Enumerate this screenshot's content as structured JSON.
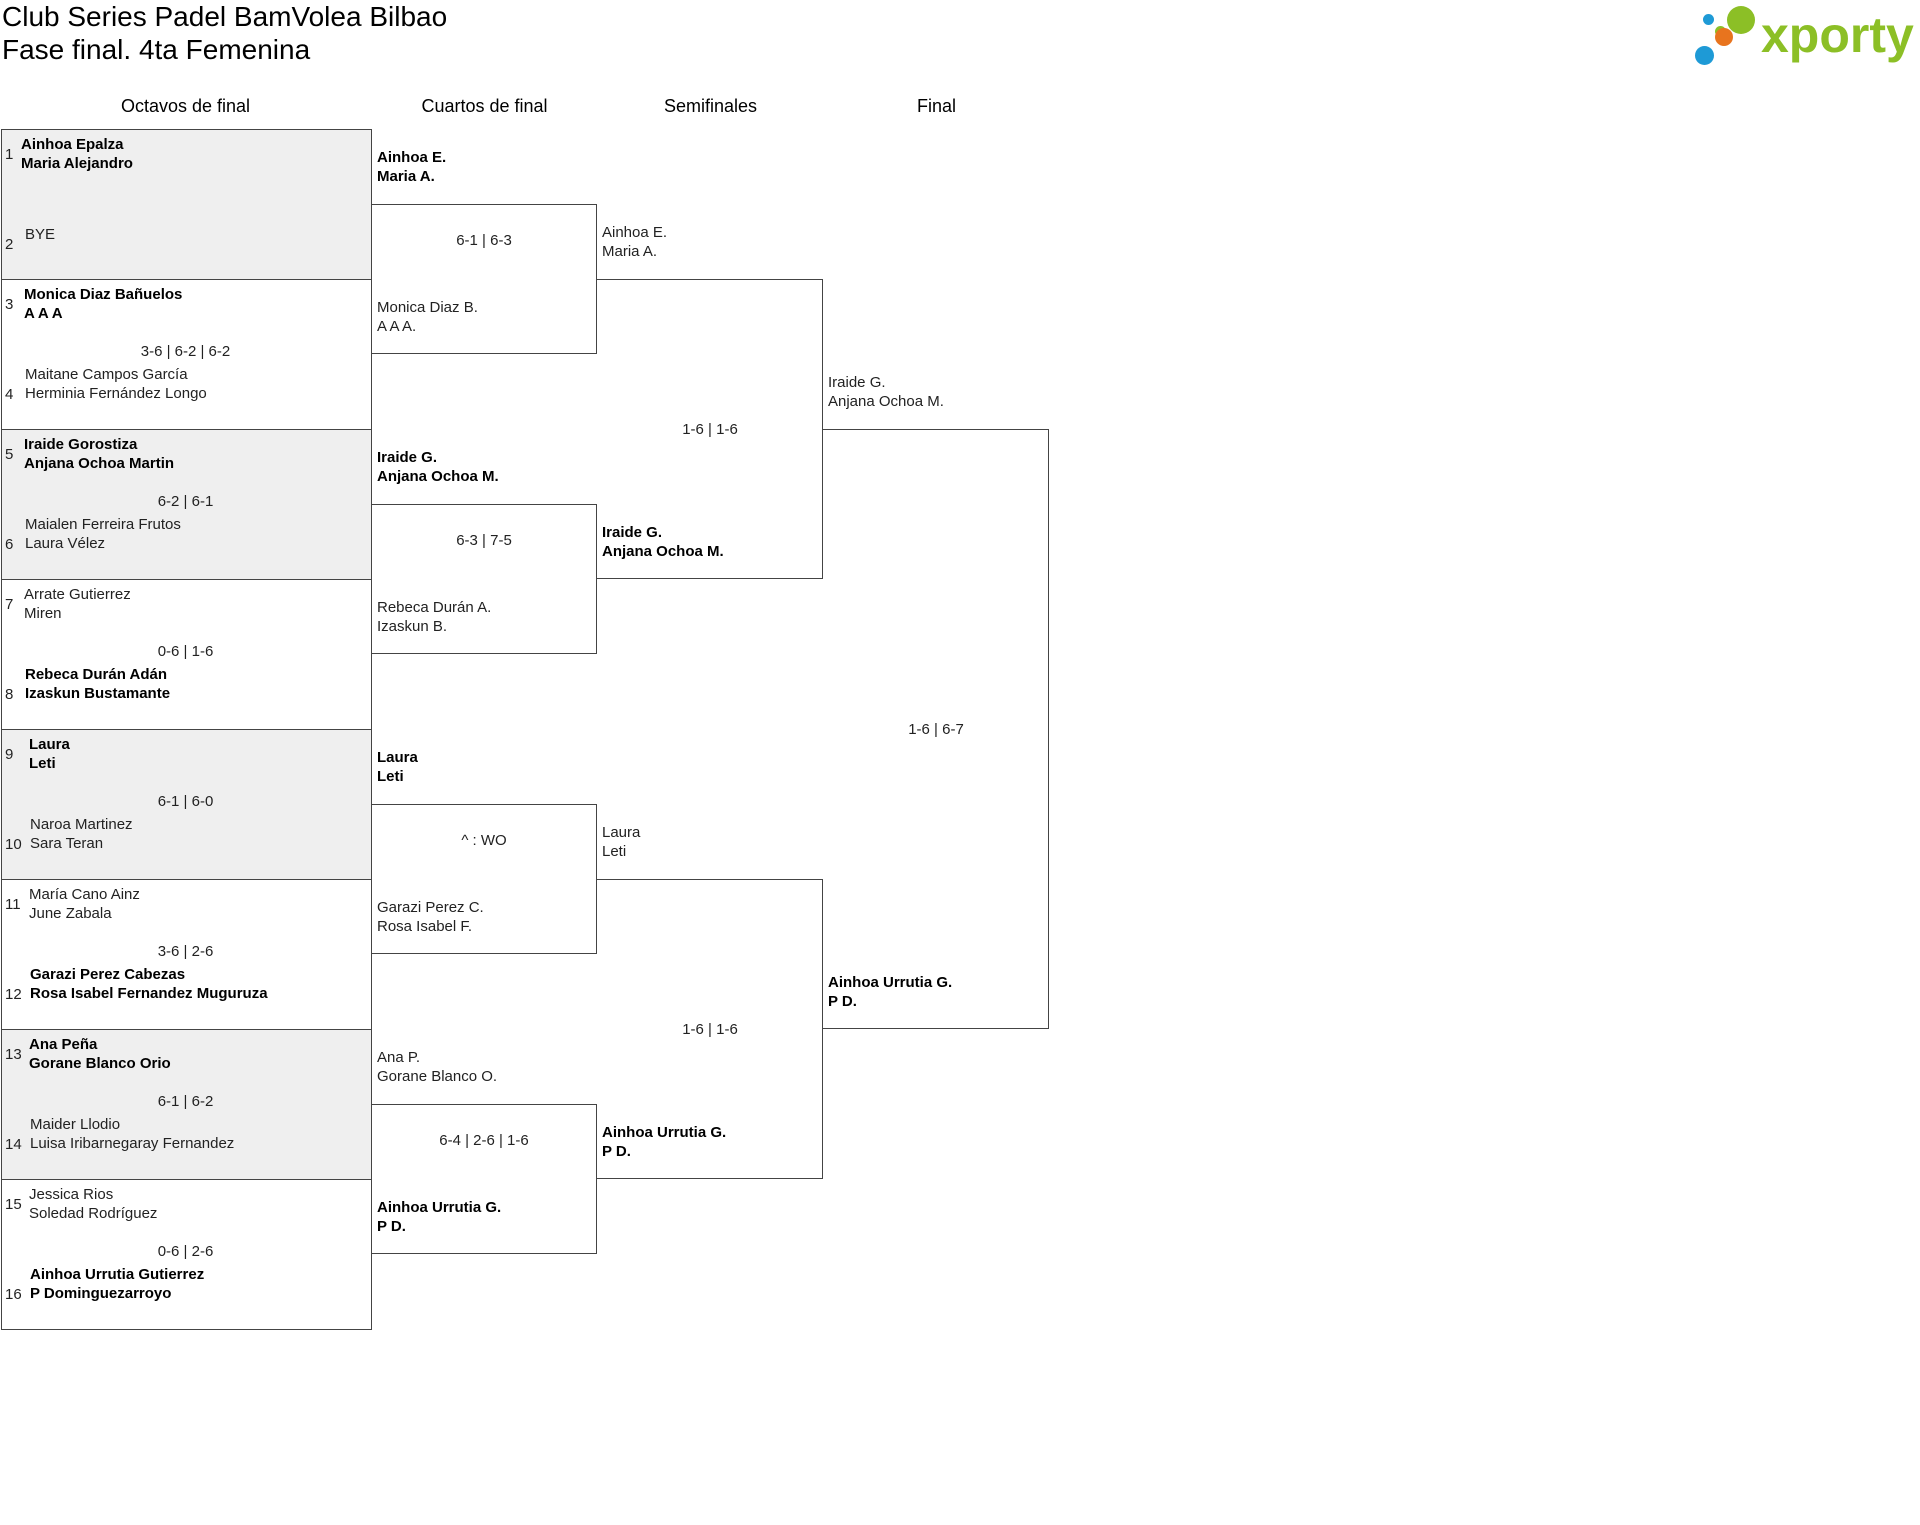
{
  "header": {
    "title_line1": "Club Series Padel BamVolea Bilbao",
    "title_line2": "Fase final. 4ta Femenina",
    "logo_text": "xporty"
  },
  "rounds": [
    "Octavos de final",
    "Cuartos de final",
    "Semifinales",
    "Final"
  ],
  "octavos": [
    {
      "seed_a": "1",
      "team_a": [
        "Ainhoa Epalza",
        "Maria Alejandro"
      ],
      "seed_b": "2",
      "team_b": [
        "BYE"
      ],
      "winner": "a",
      "score": ""
    },
    {
      "seed_a": "3",
      "team_a": [
        "Monica Diaz Bañuelos",
        "A A A"
      ],
      "seed_b": "4",
      "team_b": [
        "Maitane Campos García",
        "Herminia Fernández Longo"
      ],
      "winner": "a",
      "score": "3-6 | 6-2 | 6-2"
    },
    {
      "seed_a": "5",
      "team_a": [
        "Iraide Gorostiza",
        "Anjana Ochoa Martin"
      ],
      "seed_b": "6",
      "team_b": [
        "Maialen Ferreira Frutos",
        "Laura Vélez"
      ],
      "winner": "a",
      "score": "6-2 | 6-1"
    },
    {
      "seed_a": "7",
      "team_a": [
        "Arrate Gutierrez",
        "Miren"
      ],
      "seed_b": "8",
      "team_b": [
        "Rebeca Durán Adán",
        "Izaskun Bustamante"
      ],
      "winner": "b",
      "score": "0-6 | 1-6"
    },
    {
      "seed_a": "9",
      "team_a": [
        "Laura",
        "Leti"
      ],
      "seed_b": "10",
      "team_b": [
        "Naroa Martinez",
        "Sara Teran"
      ],
      "winner": "a",
      "score": "6-1 | 6-0"
    },
    {
      "seed_a": "11",
      "team_a": [
        "María Cano Ainz",
        "June Zabala"
      ],
      "seed_b": "12",
      "team_b": [
        "Garazi Perez Cabezas",
        "Rosa Isabel Fernandez Muguruza"
      ],
      "winner": "b",
      "score": "3-6 | 2-6"
    },
    {
      "seed_a": "13",
      "team_a": [
        "Ana Peña",
        "Gorane Blanco Orio"
      ],
      "seed_b": "14",
      "team_b": [
        "Maider Llodio",
        "Luisa Iribarnegaray Fernandez"
      ],
      "winner": "a",
      "score": "6-1 | 6-2"
    },
    {
      "seed_a": "15",
      "team_a": [
        "Jessica Rios",
        "Soledad Rodríguez"
      ],
      "seed_b": "16",
      "team_b": [
        "Ainhoa Urrutia Gutierrez",
        "P Dominguezarroyo"
      ],
      "winner": "b",
      "score": "0-6 | 2-6"
    }
  ],
  "cuartos": [
    {
      "team_a": [
        "Ainhoa E.",
        "Maria A."
      ],
      "team_b": [
        "Monica Diaz B.",
        "A A A."
      ],
      "winner": "a",
      "score": "6-1 | 6-3"
    },
    {
      "team_a": [
        "Iraide G.",
        "Anjana Ochoa M."
      ],
      "team_b": [
        "Rebeca Durán A.",
        "Izaskun B."
      ],
      "winner": "a",
      "score": "6-3 | 7-5"
    },
    {
      "team_a": [
        "Laura",
        "Leti"
      ],
      "team_b": [
        "Garazi Perez C.",
        "Rosa Isabel F."
      ],
      "winner": "a",
      "score": "^ : WO"
    },
    {
      "team_a": [
        "Ana P.",
        "Gorane Blanco O."
      ],
      "team_b": [
        "Ainhoa Urrutia G.",
        "P D."
      ],
      "winner": "b",
      "score": "6-4 | 2-6 | 1-6"
    }
  ],
  "semis": [
    {
      "team_a": [
        "Ainhoa E.",
        "Maria A."
      ],
      "team_b": [
        "Iraide G.",
        "Anjana Ochoa M."
      ],
      "winner": "b",
      "score": "1-6 | 1-6"
    },
    {
      "team_a": [
        "Laura",
        "Leti"
      ],
      "team_b": [
        "Ainhoa Urrutia G.",
        "P D."
      ],
      "winner": "b",
      "score": "1-6 | 1-6"
    }
  ],
  "final": [
    {
      "team_a": [
        "Iraide G.",
        "Anjana Ochoa M."
      ],
      "team_b": [
        "Ainhoa Urrutia G.",
        "P D."
      ],
      "winner": "b",
      "score": "1-6 | 6-7"
    }
  ],
  "colors": {
    "logo_green": "#8cbf26",
    "logo_blue": "#1e9ad6",
    "logo_orange": "#e8741e",
    "shade": "#efefef"
  }
}
